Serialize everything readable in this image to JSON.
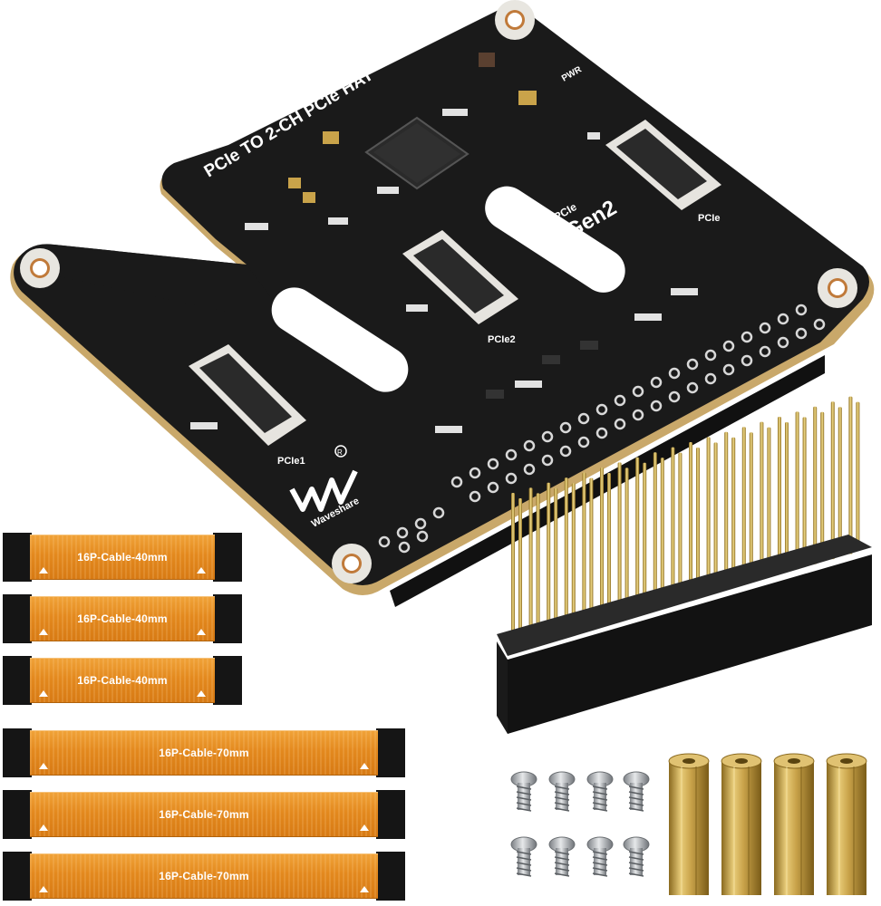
{
  "board": {
    "title": "PCIe TO 2-CH PCIe HAT",
    "pwr_label": "PWR",
    "port_pcie1": "PCIe1",
    "port_pcie2": "PCIe2",
    "port_pcie": "PCIe",
    "gen_small": "PCIe",
    "gen_big": "Gen2",
    "brand": "Waveshare",
    "colors": {
      "pcb": "#1a1a1a",
      "edge": "#c9a86a",
      "pad": "#d8d8d8"
    }
  },
  "cables": [
    {
      "label": "16P-Cable-40mm"
    },
    {
      "label": "16P-Cable-40mm"
    },
    {
      "label": "16P-Cable-40mm"
    },
    {
      "label": "16P-Cable-70mm"
    },
    {
      "label": "16P-Cable-70mm"
    },
    {
      "label": "16P-Cable-70mm"
    }
  ],
  "accessories": {
    "header_pins": 40,
    "screws": 8,
    "standoffs": 4,
    "colors": {
      "cable": "#e3891e",
      "brass": "#c9a34a",
      "screw": "#b8bcc0"
    }
  }
}
